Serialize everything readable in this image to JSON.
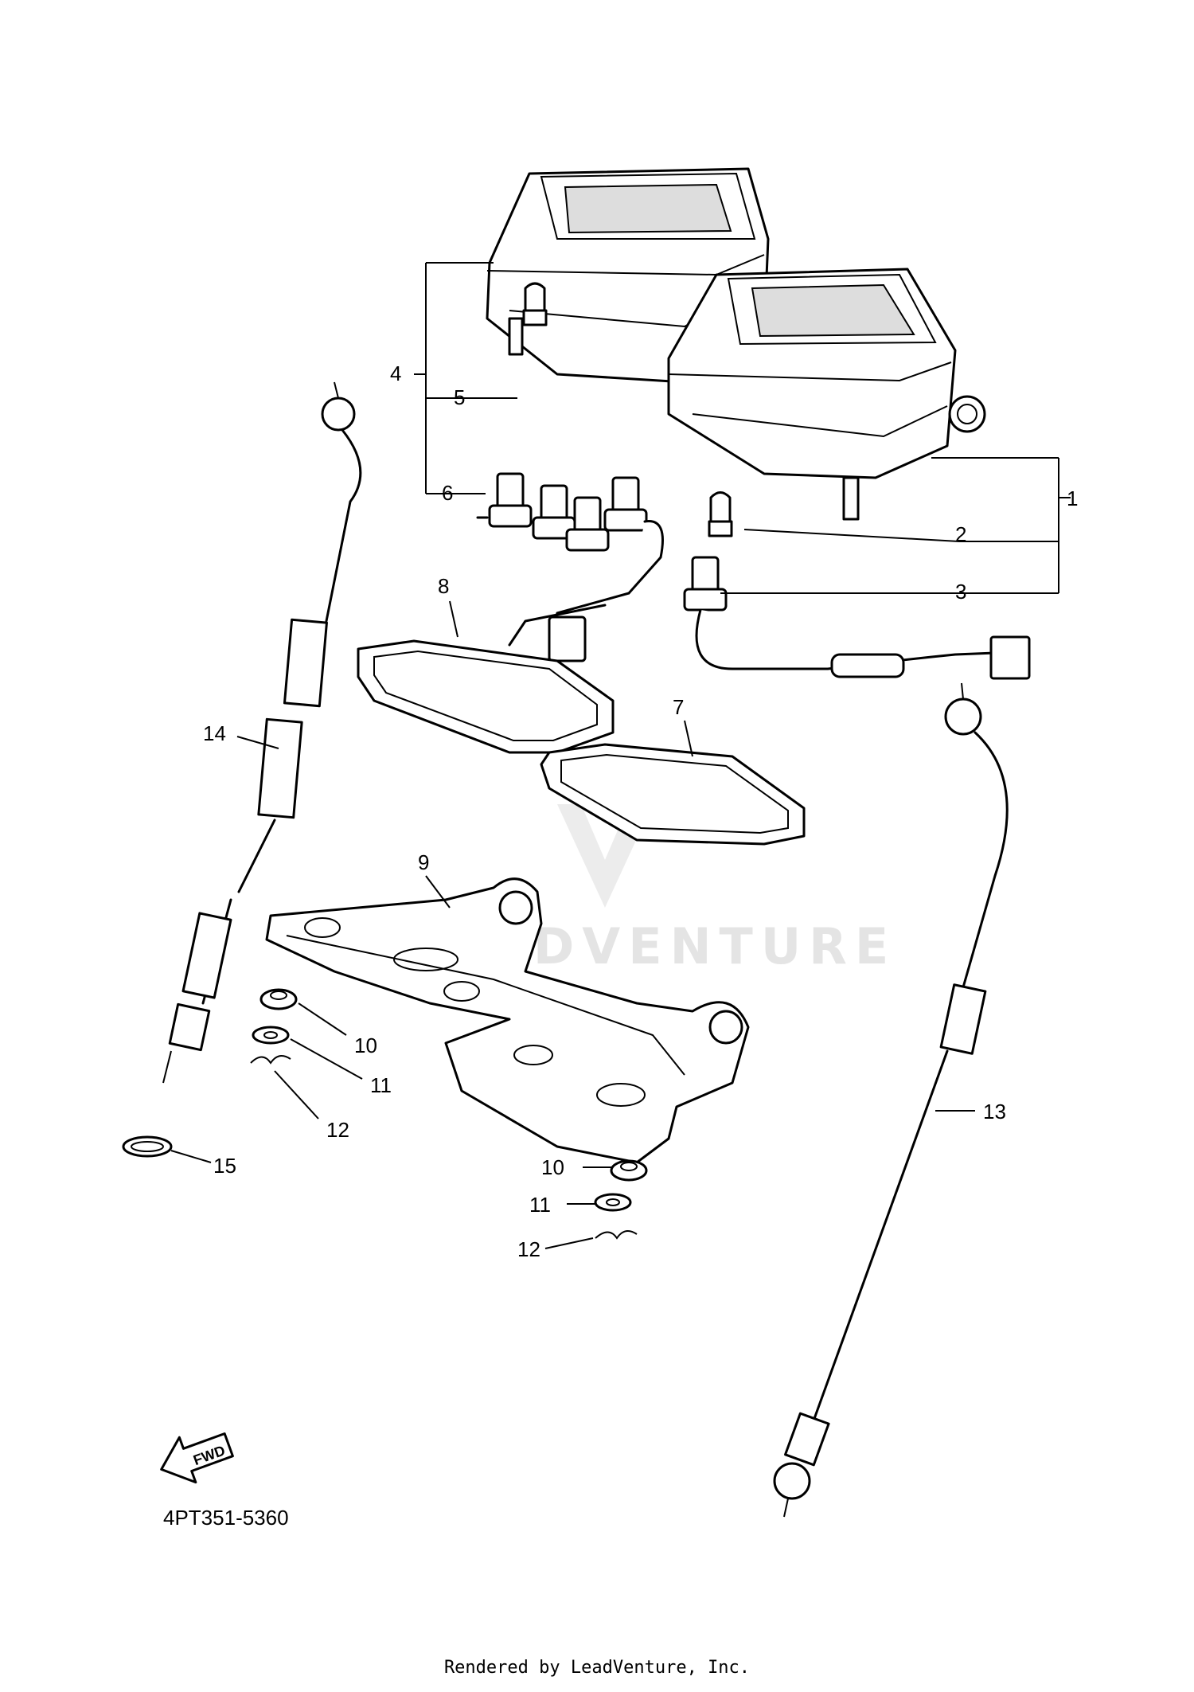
{
  "callouts": [
    "1",
    "2",
    "3",
    "4",
    "5",
    "6",
    "7",
    "8",
    "9",
    "10",
    "11",
    "12",
    "10",
    "11",
    "12",
    "13",
    "14",
    "15"
  ],
  "fwd_label": "FWD",
  "diagram_code": "4PT351-5360",
  "watermark_text": "LEADVENTURE",
  "footer_text": "Rendered by LeadVenture, Inc."
}
